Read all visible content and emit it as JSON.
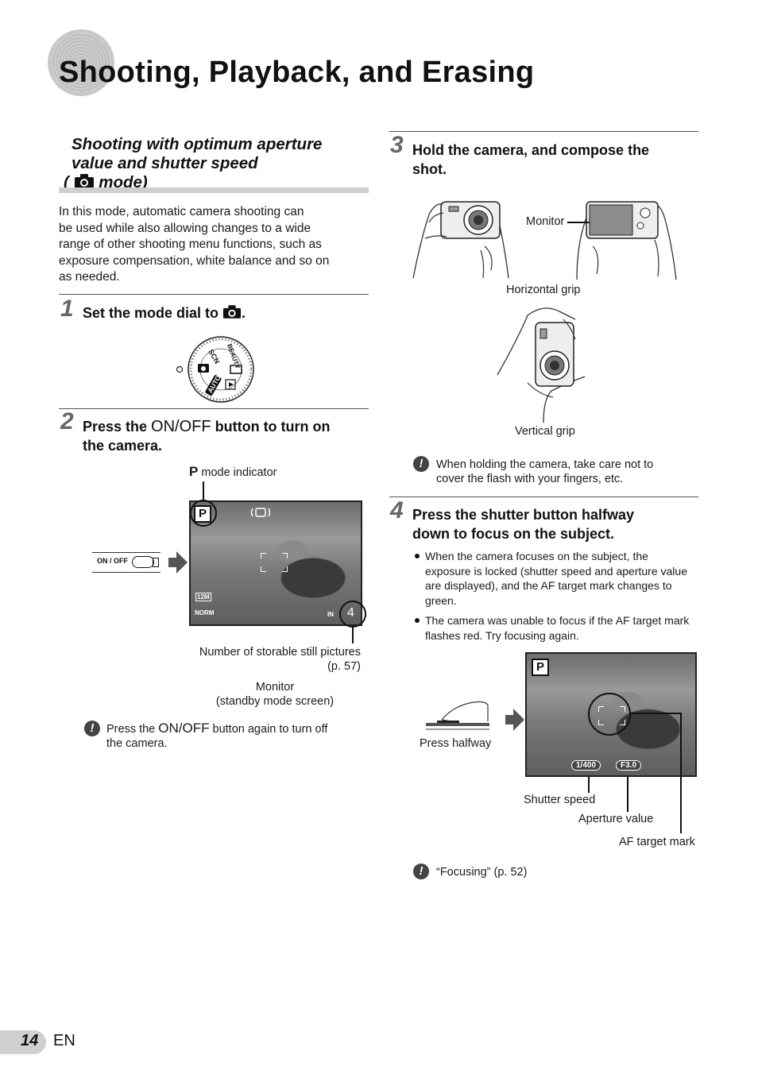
{
  "page": {
    "title": "Shooting, Playback, and Erasing",
    "page_number": "14",
    "lang": "EN"
  },
  "section": {
    "heading_line1": "Shooting with optimum aperture",
    "heading_line2": "value and shutter speed",
    "heading_line3_pre": "(",
    "heading_line3_post": " mode)",
    "intro_lines": [
      "In this mode, automatic camera shooting can",
      "be used while also allowing changes to a wide",
      "range of other shooting menu functions, such as",
      "exposure compensation, white balance and so on",
      "as needed."
    ]
  },
  "steps": {
    "s1": {
      "num": "1",
      "text_pre": "Set the mode dial to ",
      "text_post": "."
    },
    "s2": {
      "num": "2",
      "line1_pre": "Press the ",
      "onoff": "ON/OFF",
      "line1_post": " button to turn on",
      "line2": "the camera."
    },
    "s3": {
      "num": "3",
      "line1": "Hold the camera, and compose the",
      "line2": "shot."
    },
    "s4": {
      "num": "4",
      "line1": "Press the shutter button halfway",
      "line2": "down to focus on the subject."
    }
  },
  "dial": {
    "labels": [
      "SCN",
      "BEAUTY",
      "AUTO"
    ]
  },
  "step2_figure": {
    "p_indicator": "P",
    "p_label": "mode indicator",
    "onoff_label": "ON / OFF",
    "lcd_size": "12M",
    "lcd_norm": "NORM",
    "lcd_in": "IN",
    "lcd_count": "4",
    "caption_storable_1": "Number of storable still pictures",
    "caption_storable_2": "(p. 57)",
    "caption_monitor_1": "Monitor",
    "caption_monitor_2": "(standby mode screen)"
  },
  "note1": {
    "pre": "Press the ",
    "onoff": "ON/OFF",
    "post": " button again to turn off",
    "line2": "the camera."
  },
  "step3_figure": {
    "monitor": "Monitor",
    "horizontal": "Horizontal grip",
    "vertical": "Vertical grip"
  },
  "note2": {
    "line1": "When holding the camera, take care not to",
    "line2": "cover the flash with your fingers, etc."
  },
  "step4_bullets": [
    [
      "When the camera focuses on the subject, the",
      "exposure is locked (shutter speed and aperture value",
      "are displayed), and the AF target mark changes to",
      "green."
    ],
    [
      "The camera was unable to focus if the AF target mark",
      "flashes red. Try focusing again."
    ]
  ],
  "step4_figure": {
    "p_indicator": "P",
    "press_halfway": "Press halfway",
    "shutter_value": "1/400",
    "aperture_value": "F3.0",
    "shutter_label": "Shutter speed",
    "aperture_label": "Aperture value",
    "af_label": "AF target mark"
  },
  "note3": {
    "text": "“Focusing” (p. 52)"
  },
  "colors": {
    "text": "#1a1a1a",
    "bar": "#d0d0d0",
    "step_num": "#666666"
  }
}
